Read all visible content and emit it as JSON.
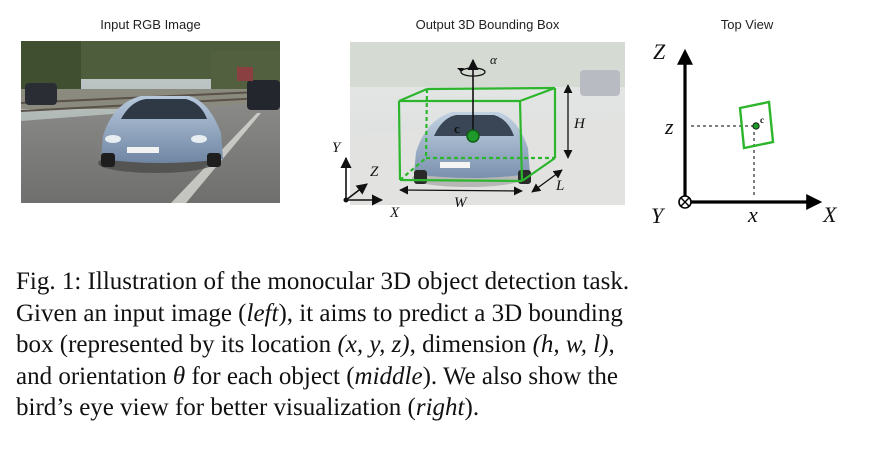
{
  "panels": {
    "left": {
      "title": "Input RGB Image"
    },
    "middle": {
      "title": "Output 3D Bounding Box",
      "dims": {
        "width": "W",
        "height": "H",
        "length": "L",
        "center": "c",
        "angle": "α"
      },
      "axes": {
        "x": "X",
        "y": "Y",
        "z": "Z"
      }
    },
    "right": {
      "title": "Top View",
      "axes": {
        "x": "X",
        "y": "Y",
        "z": "Z"
      },
      "ticks": {
        "x": "x",
        "z": "z"
      },
      "center": "c"
    }
  },
  "caption": {
    "fig_label": "Fig. 1:",
    "l1": "Illustration of the monocular 3D object detection task.",
    "l2_a": "Given an input image (",
    "l2_left": "left",
    "l2_b": "), it aims to predict a 3D bounding",
    "l3_a": "box (represented by its location ",
    "l3_loc": "(x, y, z)",
    "l3_b": ", dimension ",
    "l3_dim": "(h, w, l)",
    "l3_c": ",",
    "l4_a": "and orientation ",
    "l4_theta": "θ",
    "l4_b": " for each object (",
    "l4_middle": "middle",
    "l4_c": "). We also show the",
    "l5_a": "bird’s eye view for better visualization (",
    "l5_right": "right",
    "l5_b": ")."
  },
  "colors": {
    "box": "#2db52d",
    "center": "#1f9a2a",
    "road": "#7d7d7d",
    "car": "#8fa7c4"
  }
}
